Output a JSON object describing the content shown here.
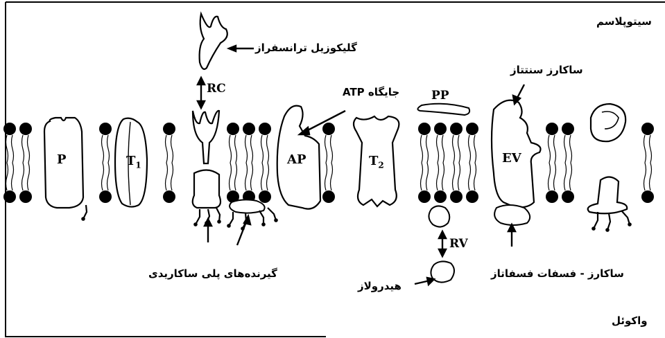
{
  "labels": {
    "cytoplasm": "سیتوپلاسم",
    "glycosyl_transferase": "گلیکوزیل ترانسفراز",
    "rc": "RC",
    "atp_site": "جایگاه ATP",
    "pp": "PP",
    "sucrose_synthase": "ساکارز سنتتاز",
    "polysaccharide_receptors": "گیرنده‌های پلی ساکاریدی",
    "rv": "RV",
    "hydrolase": "هیدرولاز",
    "sucrose_phosphate_phosphatase": "ساکارز - فسفات فسفاتاز",
    "vacuole": "واکوئل"
  },
  "proteins": {
    "p": "P",
    "t1": "T",
    "t1_sub": "1",
    "ap": "AP",
    "t2": "T",
    "t2_sub": "2",
    "ev": "EV"
  },
  "colors": {
    "ink": "#000000",
    "paper": "#ffffff"
  }
}
